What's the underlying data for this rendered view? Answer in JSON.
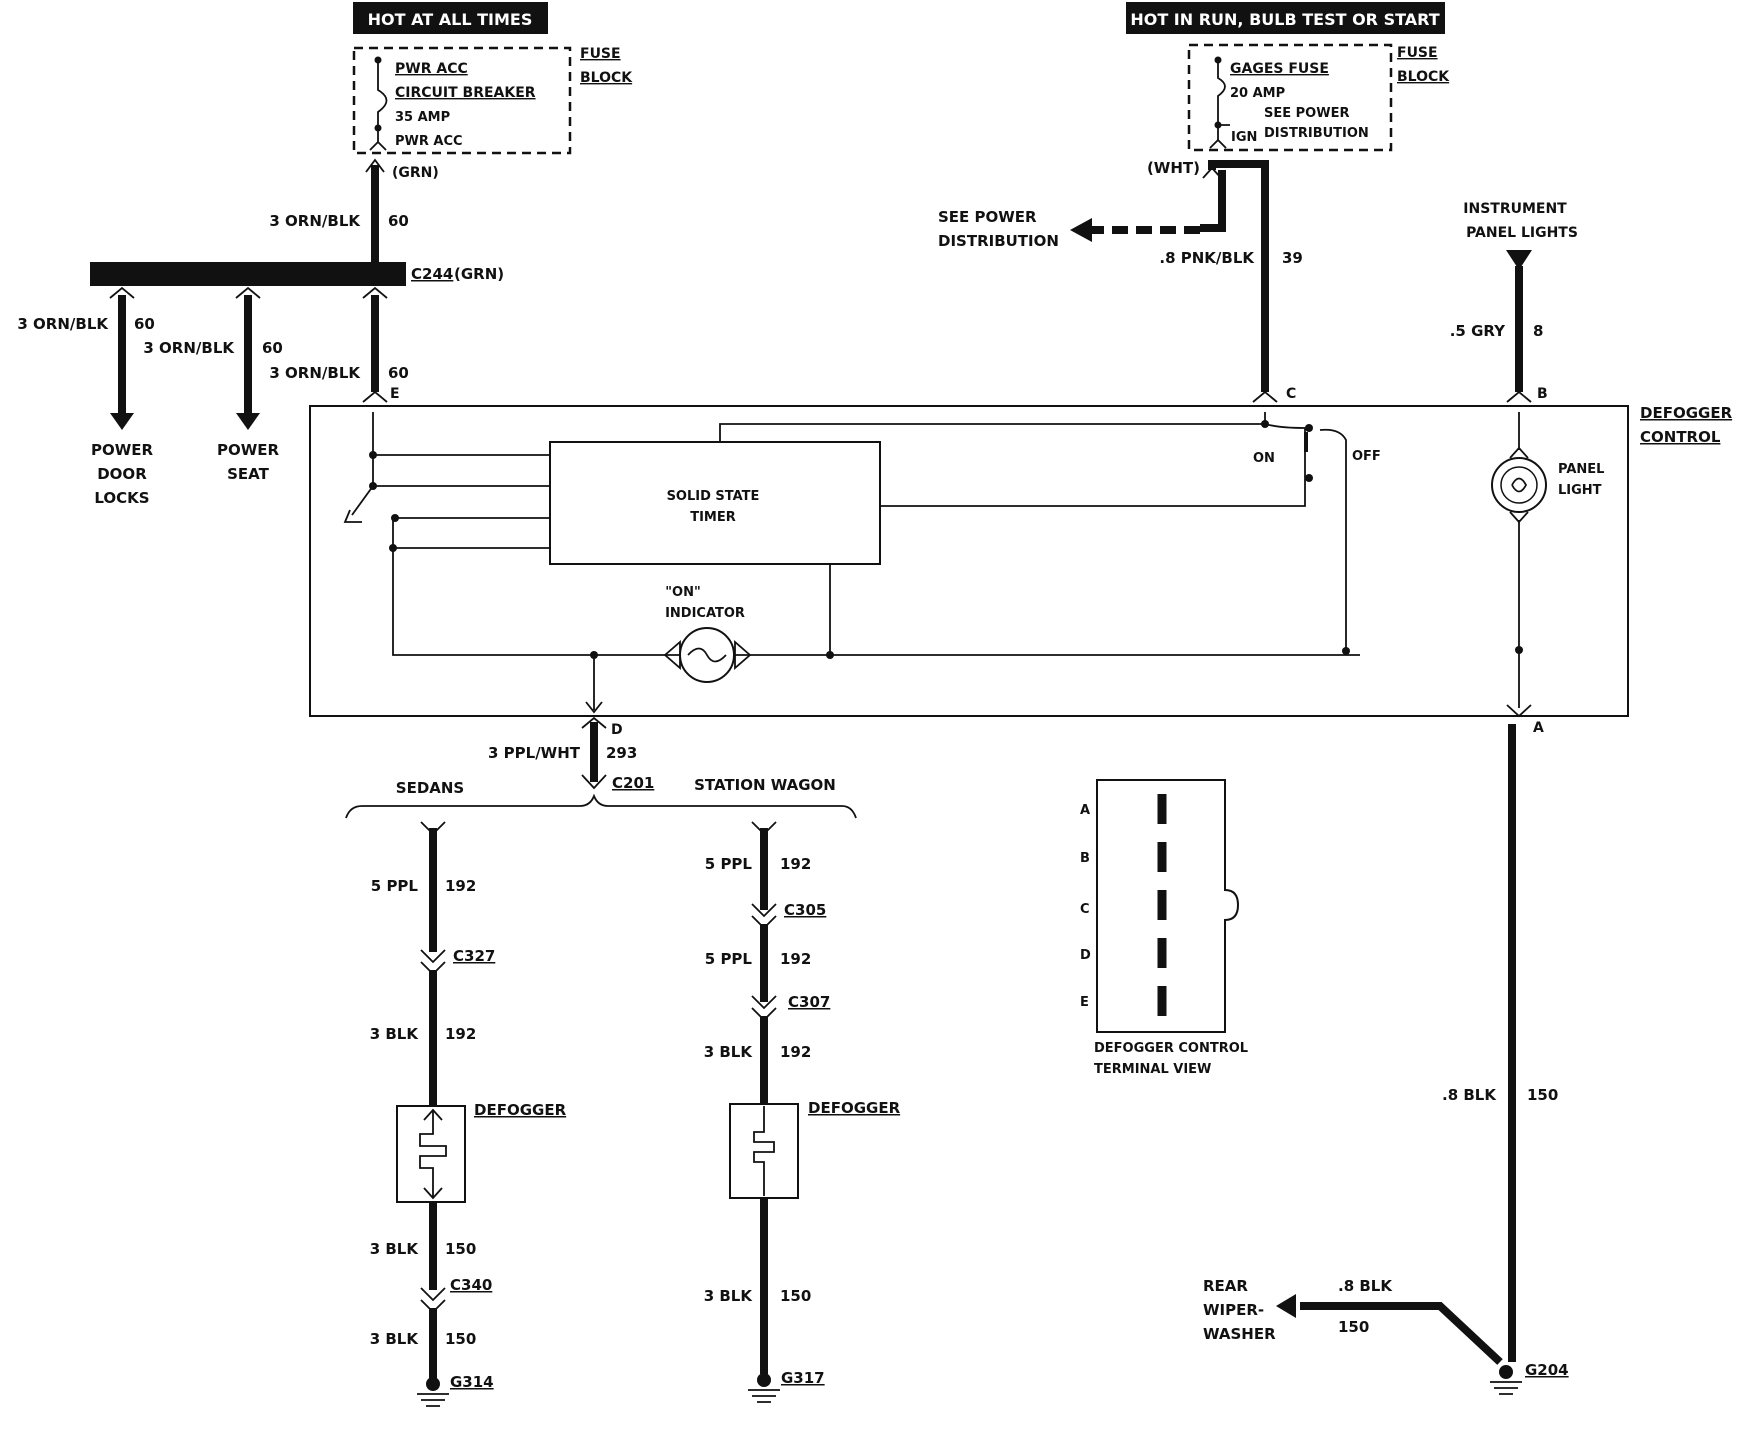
{
  "headers": {
    "left": "HOT AT ALL TIMES",
    "right": "HOT IN RUN, BULB TEST OR START"
  },
  "fuse_left": {
    "line1": "PWR ACC",
    "line2": "CIRCUIT BREAKER",
    "amp": "35 AMP",
    "terminal": "PWR ACC",
    "block_line1": "FUSE",
    "block_line2": "BLOCK"
  },
  "fuse_right": {
    "name": "GAGES FUSE",
    "amp": "20 AMP",
    "see1": "SEE POWER",
    "see2": "DISTRIBUTION",
    "terminal": "IGN",
    "block_line1": "FUSE",
    "block_line2": "BLOCK"
  },
  "see_power": {
    "line1": "SEE POWER",
    "line2": "DISTRIBUTION"
  },
  "instrument": {
    "line1": "INSTRUMENT",
    "line2": "PANEL LIGHTS"
  },
  "connectors": {
    "grn": "(GRN)",
    "wht": "(WHT)",
    "c244": "C244",
    "c244_color": "(GRN)",
    "c201": "C201",
    "c327": "C327",
    "c340": "C340",
    "c305": "C305",
    "c307": "C307",
    "g314": "G314",
    "g317": "G317",
    "g204": "G204"
  },
  "wires": {
    "top_left": {
      "gauge": "3 ORN/BLK",
      "circuit": "60"
    },
    "drop1": {
      "gauge": "3 ORN/BLK",
      "circuit": "60"
    },
    "drop2": {
      "gauge": "3 ORN/BLK",
      "circuit": "60"
    },
    "drop3": {
      "gauge": "3 ORN/BLK",
      "circuit": "60"
    },
    "pnk": {
      "gauge": ".8 PNK/BLK",
      "circuit": "39"
    },
    "gry": {
      "gauge": ".5 GRY",
      "circuit": "8"
    },
    "ppl": {
      "gauge": "3 PPL/WHT",
      "circuit": "293"
    },
    "sedan1": {
      "gauge": "5 PPL",
      "circuit": "192"
    },
    "sedan2": {
      "gauge": "3 BLK",
      "circuit": "192"
    },
    "sedan3": {
      "gauge": "3 BLK",
      "circuit": "150"
    },
    "sedan4": {
      "gauge": "3 BLK",
      "circuit": "150"
    },
    "wagon1": {
      "gauge": "5 PPL",
      "circuit": "192"
    },
    "wagon2": {
      "gauge": "5 PPL",
      "circuit": "192"
    },
    "wagon3": {
      "gauge": "3 BLK",
      "circuit": "192"
    },
    "wagon4": {
      "gauge": "3 BLK",
      "circuit": "150"
    },
    "blk_right": {
      "gauge": ".8 BLK",
      "circuit": "150"
    },
    "rear": {
      "gauge": ".8 BLK",
      "circuit": "150"
    }
  },
  "loads": {
    "door1": "POWER",
    "door2": "DOOR",
    "door3": "LOCKS",
    "seat1": "POWER",
    "seat2": "SEAT"
  },
  "control": {
    "name1": "DEFOGGER",
    "name2": "CONTROL",
    "timer1": "SOLID STATE",
    "timer2": "TIMER",
    "indicator1": "\"ON\"",
    "indicator2": "INDICATOR",
    "on": "ON",
    "off": "OFF",
    "panel1": "PANEL",
    "panel2": "LIGHT",
    "pin_a": "A",
    "pin_b": "B",
    "pin_c": "C",
    "pin_d": "D",
    "pin_e": "E"
  },
  "branches": {
    "sedans": "SEDANS",
    "wagon": "STATION WAGON"
  },
  "defogger_label": "DEFOGGER",
  "terminal_view": {
    "pins": [
      "A",
      "B",
      "C",
      "D",
      "E"
    ],
    "caption1": "DEFOGGER CONTROL",
    "caption2": "TERMINAL VIEW"
  },
  "rear_wiper": {
    "line1": "REAR",
    "line2": "WIPER-",
    "line3": "WASHER"
  }
}
